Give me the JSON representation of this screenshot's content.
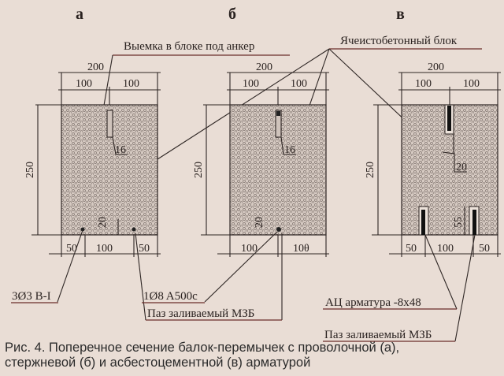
{
  "headings": {
    "a": "а",
    "b": "б",
    "c": "в"
  },
  "callouts": {
    "anchor_groove": "Выемка в блоке под анкер",
    "aerated_block": "Ячеистобетонный блок",
    "wire_rebar": "3Ø3 B-I",
    "rod_rebar": "1Ø8 A500c",
    "groove_a": "Паз заливаемый МЗБ",
    "ac_rebar": "АЦ арматура -8x48",
    "groove_c": "Паз заливаемый МЗБ"
  },
  "dimensions": {
    "width_total": "200",
    "half": "100",
    "height": "250",
    "edge": "50",
    "mid": "100",
    "slot_a": "16",
    "slot_b": "16",
    "slot_c": "20",
    "cover_a": "20",
    "cover_b": "20",
    "cover_c": "55",
    "b_right": "10θ"
  },
  "caption": {
    "line1": "Рис. 4. Поперечное сечение балок-перемычек с проволочной (а),",
    "line2": "стержневой (б) и асбестоцементной (в) арматурой"
  }
}
